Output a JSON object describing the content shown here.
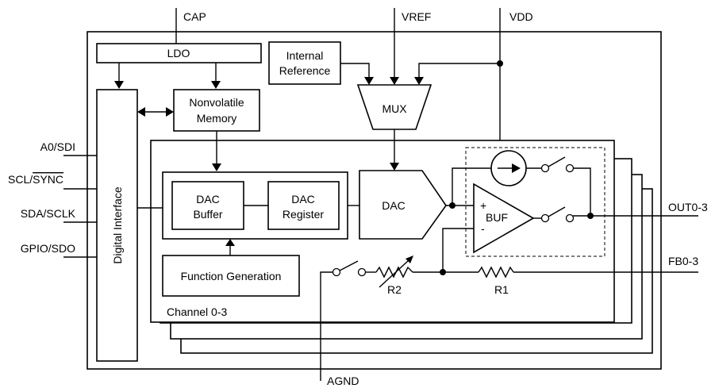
{
  "pins": {
    "cap": "CAP",
    "vref": "VREF",
    "vdd": "VDD",
    "a0_sdi": "A0/SDI",
    "scl": "SCL/",
    "sync": "SYNC",
    "sda_sclk": "SDA/SCLK",
    "gpio_sdo": "GPIO/SDO",
    "out": "OUT0-3",
    "fb": "FB0-3",
    "agnd": "AGND"
  },
  "blocks": {
    "ldo": "LDO",
    "internal_reference": [
      "Internal",
      "Reference"
    ],
    "nonvolatile_memory": [
      "Nonvolatile",
      "Memory"
    ],
    "mux": "MUX",
    "digital_interface": "Digital Interface",
    "dac_buffer": [
      "DAC",
      "Buffer"
    ],
    "dac_register": [
      "DAC",
      "Register"
    ],
    "dac": "DAC",
    "function_generation": "Function Generation",
    "channel": "Channel 0-3",
    "buf": "BUF",
    "plus": "+",
    "minus": "-",
    "r1": "R1",
    "r2": "R2"
  }
}
